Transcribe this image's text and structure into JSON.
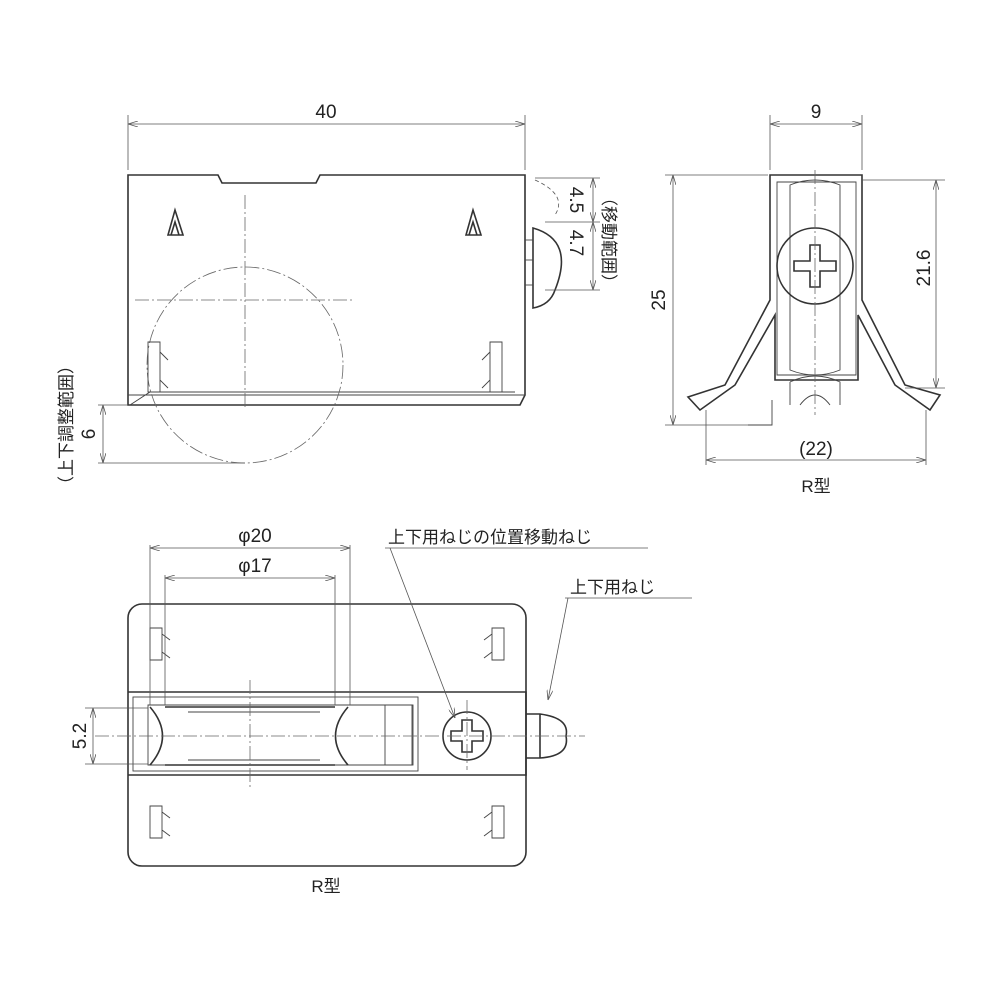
{
  "front_view": {
    "width_dim": "40",
    "travel_upper_dim": "4.5",
    "travel_lower_dim": "4.7",
    "travel_label": "（移動範囲）",
    "adjust_dim": "6",
    "adjust_label": "（上下調整範囲）"
  },
  "side_view": {
    "width_dim": "9",
    "height_dim": "25",
    "inner_height_dim": "21.6",
    "base_width_dim": "(22)",
    "caption": "R型"
  },
  "top_view": {
    "outer_wheel_dim": "φ20",
    "inner_wheel_dim": "φ17",
    "wheel_width_dim": "5.2",
    "callout_position_screw": "上下用ねじの位置移動ねじ",
    "callout_adjust_screw": "上下用ねじ",
    "caption": "R型"
  },
  "colors": {
    "line": "#333333",
    "background": "#ffffff"
  }
}
